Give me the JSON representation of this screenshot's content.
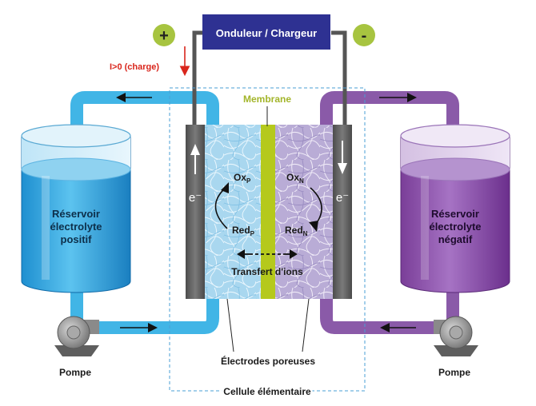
{
  "header": {
    "converter_label": "Onduleur / Chargeur",
    "plus_sign": "+",
    "minus_sign": "-",
    "current_label": "I>0 (charge)"
  },
  "cell": {
    "membrane_label": "Membrane",
    "electrons_left": "e⁻",
    "electrons_right": "e⁻",
    "ox_p": "Ox",
    "ox_p_sub": "P",
    "red_p": "Red",
    "red_p_sub": "P",
    "ox_n": "Ox",
    "ox_n_sub": "N",
    "red_n": "Red",
    "red_n_sub": "N",
    "ion_transfer_label": "Transfert d'ions",
    "electrodes_label": "Électrodes poreuses",
    "cell_label": "Cellule élémentaire"
  },
  "left_tank": {
    "line1": "Réservoir",
    "line2": "électrolyte",
    "line3": "positif",
    "pump_label": "Pompe"
  },
  "right_tank": {
    "line1": "Réservoir",
    "line2": "électrolyte",
    "line3": "négatif",
    "pump_label": "Pompe"
  },
  "colors": {
    "positive_electrolyte": "#3fb6e6",
    "negative_electrolyte": "#8a5aa8",
    "converter_box": "#2e3192",
    "terminal_circle": "#a7c440",
    "membrane": "#b5c91c",
    "current_arrow": "#d9261c",
    "frame_dashed": "#4a9fd6"
  }
}
